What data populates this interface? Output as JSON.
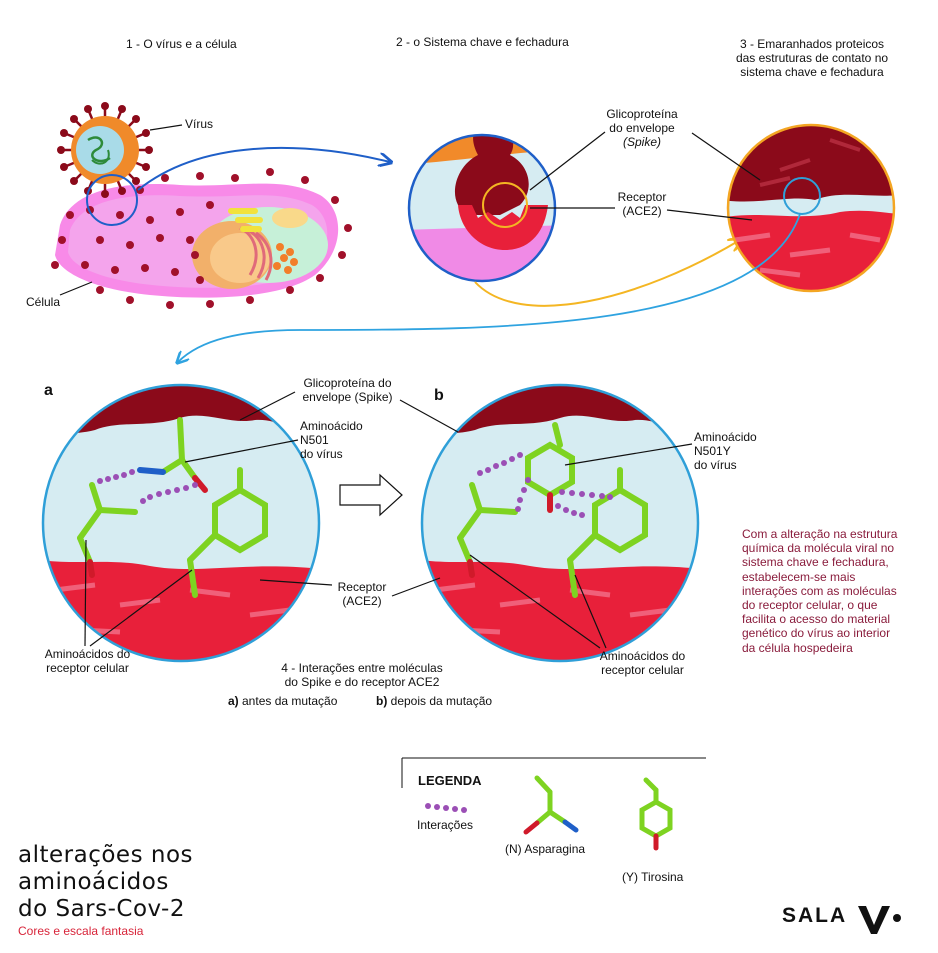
{
  "steps": {
    "step1": "1 - O vírus e a célula",
    "step2": "2 - o Sistema chave e fechadura",
    "step3_line1": "3 - Emaranhados proteicos",
    "step3_line2": "das estruturas de contato no",
    "step3_line3": "sistema chave e fechadura"
  },
  "panel1": {
    "virus": "Vírus",
    "cell": "Célula"
  },
  "panel2": {
    "glyco_line1": "Glicoproteína",
    "glyco_line2": "do envelope",
    "glyco_line3": "(Spike)",
    "receptor_line1": "Receptor",
    "receptor_line2": "(ACE2)"
  },
  "panel4": {
    "letter_a": "a",
    "letter_b": "b",
    "glyco_line1": "Glicoproteína  do",
    "glyco_line2": "envelope (Spike)",
    "aa_a_line1": "Aminoácido",
    "aa_a_line2": "N501",
    "aa_a_line3": "do vírus",
    "aa_b_line1": "Aminoácido",
    "aa_b_line2": "N501Y",
    "aa_b_line3": "do vírus",
    "receptor_line1": "Receptor",
    "receptor_line2": "(ACE2)",
    "cell_aa_line1": "Aminoácidos do",
    "cell_aa_line2": "receptor celular",
    "cell_aa_b_line1": "Aminoácidos do",
    "cell_aa_b_line2": "receptor celular",
    "caption_line1": "4 - Interações entre moléculas",
    "caption_line2": "do Spike e do receptor ACE2",
    "before_key": "a)",
    "before": " antes da mutação",
    "after_key": "b)",
    "after": " depois da mutação"
  },
  "note": "Com a alteração na estrutura química da molécula viral no sistema chave e fechadura, estabelecem-se mais interações com as moléculas do receptor celular, o que facilita o acesso do material genético do vírus ao interior da célula hospedeira",
  "legend": {
    "title": "LEGENDA",
    "interactions": "Interações",
    "asparagine": "(N) Asparagina",
    "tyrosine": "(Y) Tirosina"
  },
  "title": {
    "line1": "alterações nos",
    "line2": "aminoácidos",
    "line3": "do Sars-Cov-2"
  },
  "subtitle": "Cores e escala fantasia",
  "logo": "SALA V",
  "icons": [
    "virus-icon",
    "cell-icon",
    "arrow-right-icon",
    "logo-v-icon"
  ],
  "colors": {
    "dark_red": "#8b0a1a",
    "bright_red": "#e8203a",
    "membrane_pink": "#f07ae0",
    "light_blue": "#d6ecf2",
    "ring_blue": "#2f9fd8",
    "ring_orange": "#f4a623",
    "molecule_green": "#7ed321",
    "interaction_purple": "#9b4fb5",
    "note_red": "#8a1c3c"
  }
}
